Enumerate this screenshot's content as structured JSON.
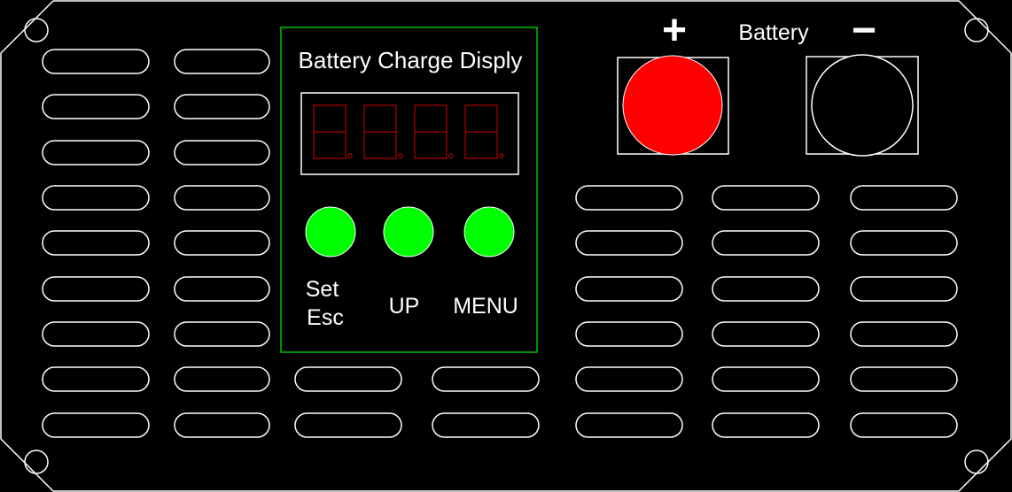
{
  "display_module": {
    "title": "Battery Charge Disply",
    "digit_count": 4,
    "segment_color": "#d00000",
    "frame_color": "#00c000"
  },
  "buttons": [
    {
      "label_lines": [
        "Set",
        "Esc"
      ],
      "color": "#00ff00"
    },
    {
      "label_lines": [
        "UP"
      ],
      "color": "#00ff00"
    },
    {
      "label_lines": [
        "MENU"
      ],
      "color": "#00ff00"
    }
  ],
  "battery_terminals": {
    "label": "Battery",
    "positive": {
      "symbol": "+",
      "color": "#ff0000"
    },
    "negative": {
      "symbol": "−",
      "color": "#000000"
    }
  },
  "colors": {
    "background": "#000000",
    "outline": "#ffffff"
  }
}
